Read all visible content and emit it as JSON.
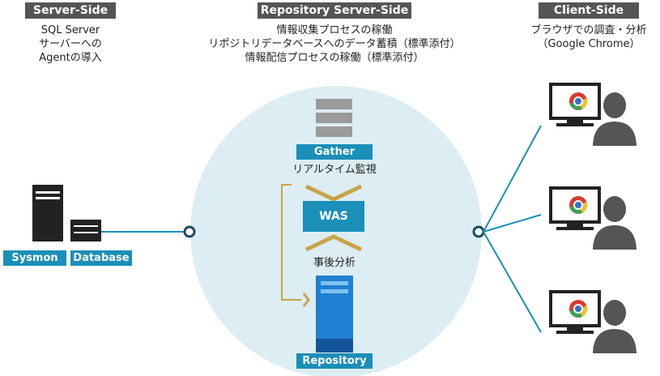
{
  "headers": {
    "server": "Server-Side",
    "repository": "Repository Server-Side",
    "client": "Client-Side"
  },
  "server_desc": [
    "SQL Server",
    "サーバーへの",
    "Agentの導入"
  ],
  "repository_desc": [
    "情報収集プロセスの稼働",
    "リポジトリデータベースへのデータ蓄積（標準添付）",
    "情報配信プロセスの稼働（標準添付）"
  ],
  "client_desc": [
    "ブラウザでの調査・分析",
    "（Google Chrome）"
  ],
  "labels": {
    "sysmon": "Sysmon",
    "database": "Database",
    "gather": "Gather",
    "realtime": "リアルタイム監視",
    "was": "WAS",
    "analysis": "事後分析",
    "repository": "Repository"
  },
  "colors": {
    "header_bg": "#555555",
    "accent_blue": "#1a8fb8",
    "circle_bg": "#dcedf3",
    "connector_gold": "#c9a448",
    "repository_blue": "#1f7fd1"
  }
}
